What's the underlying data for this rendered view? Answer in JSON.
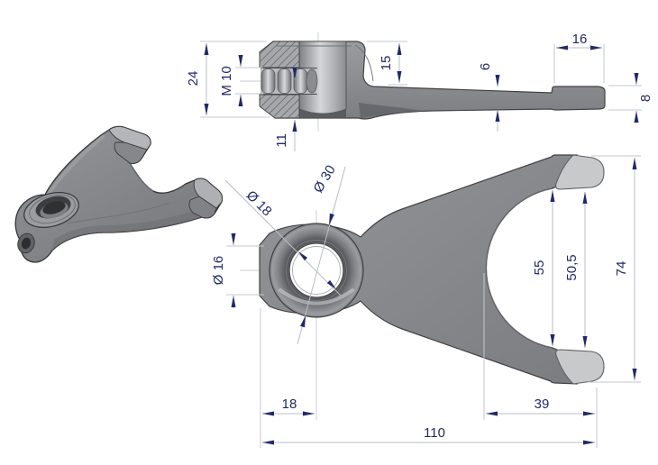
{
  "drawing_title": "gear-shift-fork-technical-drawing",
  "colors": {
    "dimension_text": "#232968",
    "dimension_line": "#b9bdc7",
    "part_gray": "#898b8e",
    "pad_gray": "#c7c9cb",
    "outline": "#3f4246",
    "background": "#ffffff"
  },
  "dims": {
    "section": {
      "overall_height": "24",
      "thread": "M 10",
      "hub_top_depth": "15",
      "hole_bottom_offset": "11",
      "blade_thickness": "6",
      "tip_length": "16",
      "tip_height": "8"
    },
    "front": {
      "bore_diameter": "Ø 18",
      "hub_diameter": "Ø 30",
      "boss_diameter": "Ø 16",
      "jaw_opening": "55",
      "pad_opening": "50,5",
      "fork_span": "74",
      "hub_offset": "18",
      "tip_depth": "39",
      "overall_length": "110"
    }
  }
}
